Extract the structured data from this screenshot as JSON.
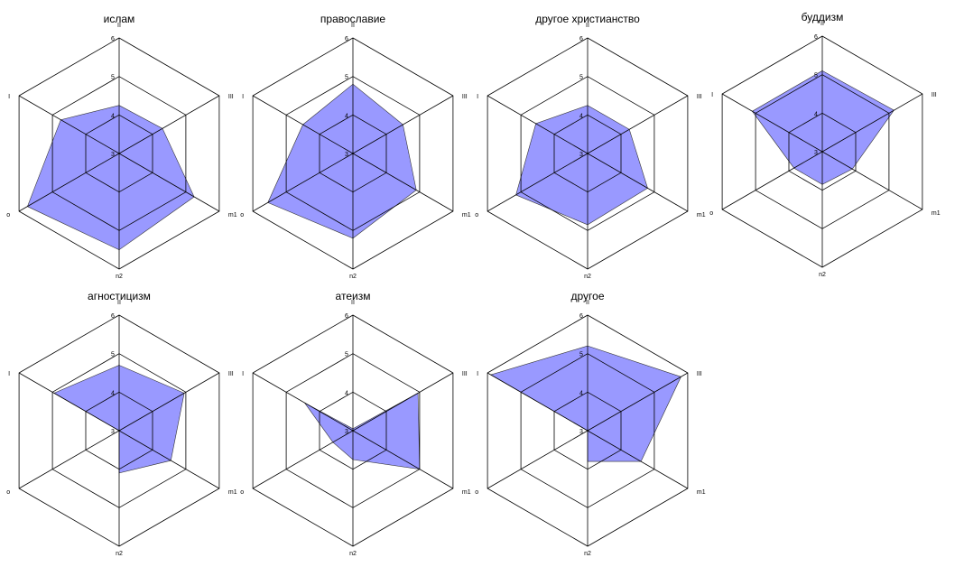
{
  "chart_data": [
    {
      "type": "radar",
      "title": "ислам",
      "axes": [
        "II",
        "III",
        "m1",
        "n2",
        "o",
        "I"
      ],
      "ticks": [
        "3",
        "4",
        "5",
        "6"
      ],
      "range": [
        3,
        6
      ],
      "values": [
        4.25,
        4.3,
        5.25,
        5.5,
        5.75,
        4.75
      ],
      "color": "#9999ff"
    },
    {
      "type": "radar",
      "title": "православие",
      "axes": [
        "II",
        "III",
        "m1",
        "n2",
        "o",
        "I"
      ],
      "ticks": [
        "3",
        "4",
        "5",
        "6"
      ],
      "range": [
        3,
        6
      ],
      "values": [
        4.8,
        4.5,
        4.9,
        5.2,
        5.55,
        4.5
      ],
      "color": "#9999ff"
    },
    {
      "type": "radar",
      "title": "другое христианство",
      "axes": [
        "II",
        "III",
        "m1",
        "n2",
        "o",
        "I"
      ],
      "ticks": [
        "3",
        "4",
        "5",
        "6"
      ],
      "range": [
        3,
        6
      ],
      "values": [
        4.25,
        4.25,
        4.8,
        4.85,
        5.15,
        4.55
      ],
      "color": "#9999ff"
    },
    {
      "type": "radar",
      "title": "буддизм",
      "axes": [
        "II",
        "III",
        "m1",
        "n2",
        "o",
        "I"
      ],
      "ticks": [
        "3",
        "4",
        "5",
        "6"
      ],
      "range": [
        3,
        6
      ],
      "values": [
        5.1,
        5.15,
        3.9,
        3.85,
        3.85,
        5.1
      ],
      "color": "#9999ff"
    },
    {
      "type": "radar",
      "title": "агностицизм",
      "axes": [
        "II",
        "III",
        "m1",
        "n2",
        "o",
        "I"
      ],
      "ticks": [
        "3",
        "4",
        "5",
        "6"
      ],
      "range": [
        3,
        6
      ],
      "values": [
        4.7,
        4.95,
        4.55,
        4.1,
        3.0,
        4.95
      ],
      "color": "#9999ff"
    },
    {
      "type": "radar",
      "title": "атеизм",
      "axes": [
        "II",
        "III",
        "m1",
        "n2",
        "o",
        "I"
      ],
      "ticks": [
        "3",
        "4",
        "5",
        "6"
      ],
      "range": [
        3,
        6
      ],
      "values": [
        3.05,
        4.95,
        5.0,
        3.75,
        3.6,
        4.45
      ],
      "color": "#9999ff"
    },
    {
      "type": "radar",
      "title": "другое",
      "axes": [
        "II",
        "III",
        "m1",
        "n2",
        "o",
        "I"
      ],
      "ticks": [
        "3",
        "4",
        "5",
        "6"
      ],
      "range": [
        3,
        6
      ],
      "values": [
        5.2,
        5.8,
        4.6,
        3.8,
        3.0,
        5.9
      ],
      "color": "#9999ff"
    }
  ]
}
